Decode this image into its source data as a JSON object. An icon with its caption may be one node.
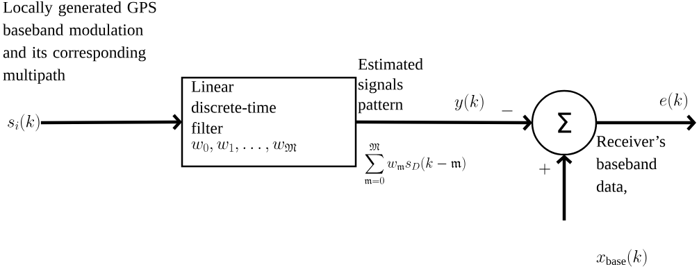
{
  "diagram": {
    "nodes": [
      {
        "text": [
          "Locally generated GPS baseband modulation and its corresponding multipath",
          "s_i(k)"
        ]
      },
      {
        "text": [
          "Linear discrete-time filter",
          "w_0, w_1, \\ldots, w_{\\mathfrak{M}}"
        ]
      },
      {
        "text": [
          "Σ"
        ]
      }
    ],
    "edges": [
      {
        "from": 0,
        "to": 1,
        "arrow": "to"
      },
      {
        "from": 1,
        "to": 2,
        "arrow": "to",
        "label": "Estimated signals pattern"
      },
      {
        "from": 2,
        "to": null,
        "arrow": "to",
        "label": "e(k)"
      },
      {
        "from": null,
        "to": 2,
        "arrow": "to"
      }
    ],
    "labels": [
      "y(k)",
      "-",
      "\\sum_{\\mathfrak{m}=0}^{\\mathfrak{M}} w_{\\mathfrak{m}} s_D(k-\\mathfrak{m})",
      "+",
      "Receiver’s baseband data,",
      "x_{\\mathrm{base}}(k)"
    ]
  }
}
